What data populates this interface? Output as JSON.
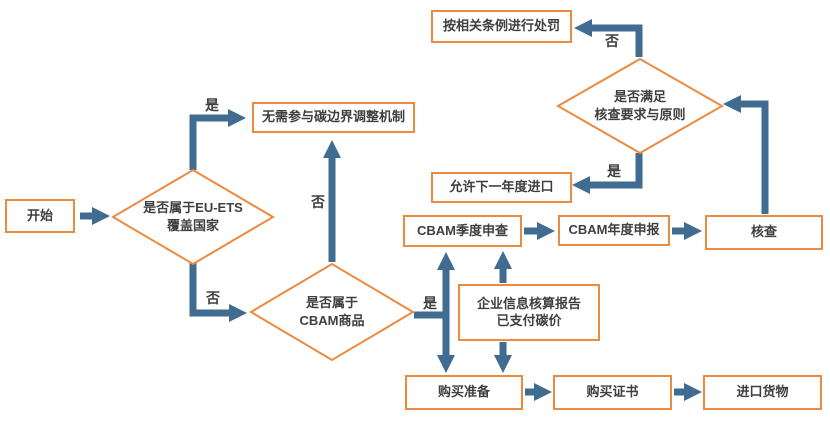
{
  "colors": {
    "node_border": "#EC8A3F",
    "arrow": "#3F6C90",
    "text": "#3F3F3F",
    "background": "#FFFFFF"
  },
  "nodes": {
    "start": {
      "label": "开始"
    },
    "no_need": {
      "label": "无需参与碳边界调整机制"
    },
    "eu_ets": {
      "line1": "是否属于EU-ETS",
      "line2": "覆盖国家"
    },
    "cbam_goods": {
      "line1": "是否属于",
      "line2": "CBAM商品"
    },
    "satisfy": {
      "line1": "是否满足",
      "line2": "核查要求与原则"
    },
    "punish": {
      "label": "按相关条例进行处罚"
    },
    "allow_import": {
      "label": "允许下一年度进口"
    },
    "cbam_quarterly": {
      "label": "CBAM季度申查"
    },
    "cbam_annual": {
      "label": "CBAM年度申报"
    },
    "verify": {
      "label": "核查"
    },
    "info_report": {
      "line1": "企业信息核算报告",
      "line2": "已支付碳价"
    },
    "buy_prep": {
      "label": "购买准备"
    },
    "buy_cert": {
      "label": "购买证书"
    },
    "import_goods": {
      "label": "进口货物"
    }
  },
  "edge_labels": {
    "eu_ets_yes": "是",
    "eu_ets_no": "否",
    "cbam_goods_no": "否",
    "cbam_goods_yes": "是",
    "satisfy_no": "否",
    "satisfy_yes": "是"
  }
}
